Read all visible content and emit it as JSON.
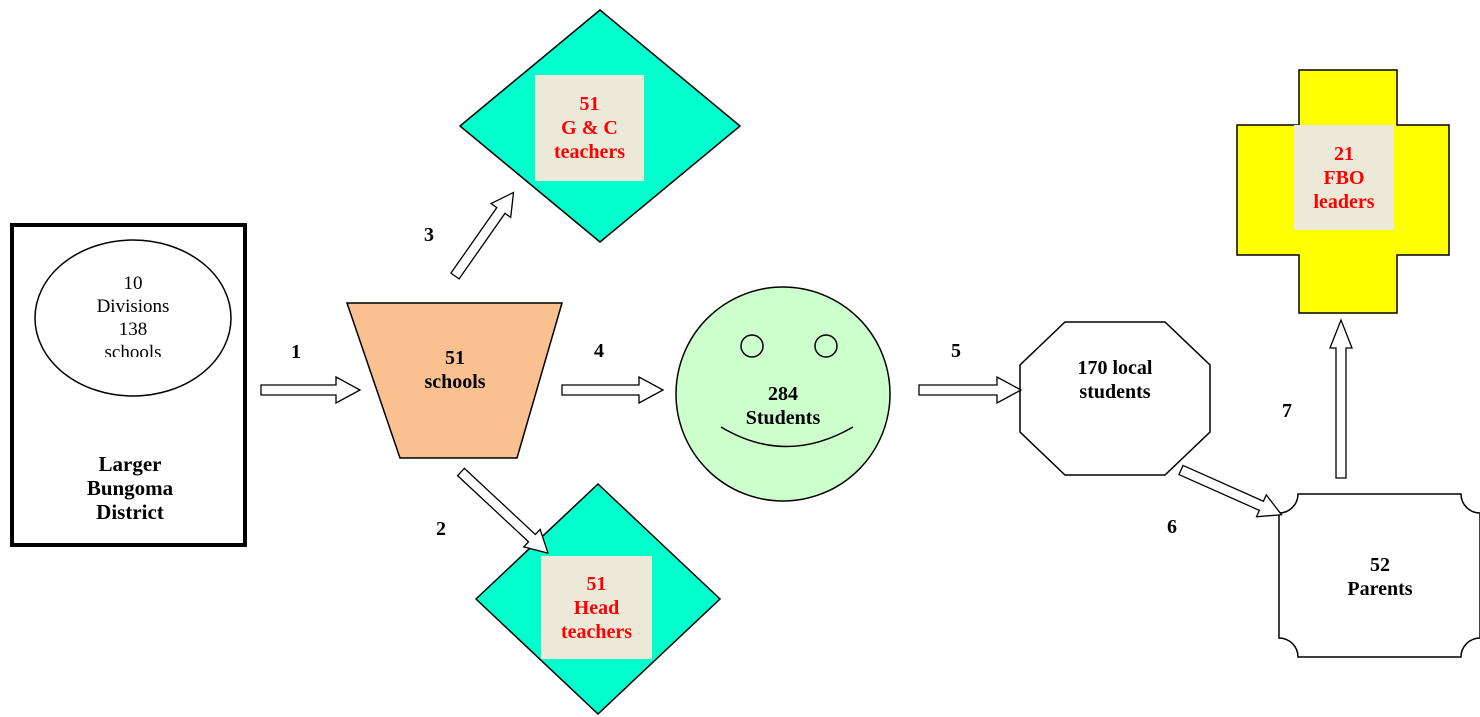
{
  "district": {
    "ellipse_lines": [
      "10",
      "Divisions",
      "138",
      "schools"
    ],
    "label_lines": [
      "Larger",
      "Bungoma",
      "District"
    ]
  },
  "schools": {
    "lines": [
      "51",
      "schools"
    ]
  },
  "gc_teachers": {
    "lines": [
      "51",
      "G & C",
      "teachers"
    ]
  },
  "head_teachers": {
    "lines": [
      "51",
      "Head",
      "teachers"
    ]
  },
  "students": {
    "lines": [
      "284",
      "Students"
    ]
  },
  "local_students": {
    "lines": [
      "170 local",
      "students"
    ]
  },
  "parents": {
    "lines": [
      "52",
      "Parents"
    ]
  },
  "fbo_leaders": {
    "lines": [
      "21",
      "FBO",
      "leaders"
    ]
  },
  "steps": [
    "1",
    "2",
    "3",
    "4",
    "5",
    "6",
    "7"
  ],
  "colors": {
    "schools_fill": "#fac090",
    "diamond_fill": "#00ffcc",
    "students_fill": "#ccffcc",
    "fbo_fill": "#ffff00",
    "label_box": "#ece9d8",
    "label_text": "#ff0000"
  }
}
